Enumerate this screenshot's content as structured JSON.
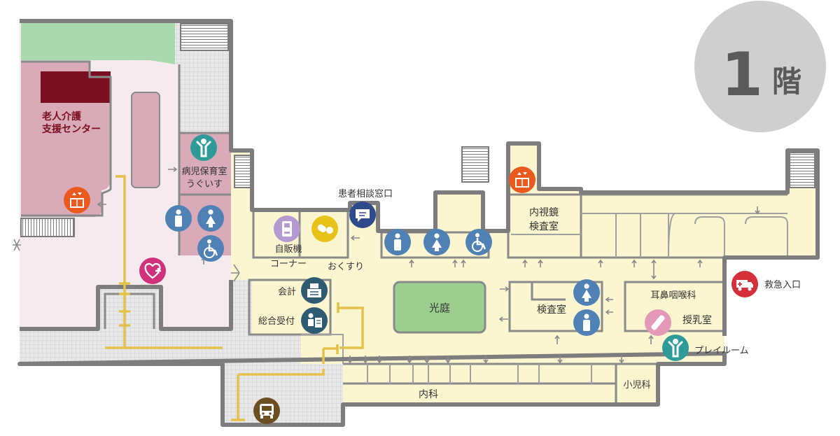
{
  "floor": {
    "number": "1",
    "suffix": "階"
  },
  "labels": {
    "elderly_care": [
      "老人介護",
      "支援センター"
    ],
    "sick_child": [
      "病児保育室",
      "うぐいす"
    ],
    "consultation": "患者相談窓口",
    "vending": [
      "自販機",
      "コーナー"
    ],
    "pharmacy": "おくすり",
    "endoscopy": [
      "内視鏡",
      "検査室"
    ],
    "accounting": "会計",
    "reception": "総合受付",
    "courtyard": "光庭",
    "lab": "検査室",
    "ent": "耳鼻咽喉科",
    "nursing": "授乳室",
    "emergency": "救急入口",
    "playroom": "プレイルーム",
    "internal": "内科",
    "pediatrics": "小児科"
  },
  "colors": {
    "wall": "#7d7d7d",
    "corridor": "#fbf5d0",
    "elderly_room": "#d9aab8",
    "elderly_dark": "#7b0f22",
    "garden": "#a9d9ad",
    "courtyard": "#9ccf8f",
    "accessible_path": "#e3c14a",
    "icon_blue": "#4f81b5",
    "icon_teal": "#2f9b98",
    "icon_orange": "#ea5a1f",
    "icon_navy": "#2e4a8a",
    "icon_yellow": "#e7c31a",
    "icon_purple": "#b49ad0",
    "icon_pink": "#d0317a",
    "icon_dark_teal": "#2f5b72",
    "icon_red": "#d4303a",
    "icon_brown": "#6b4e21",
    "icon_pink_light": "#e499b8",
    "badge": "#cfcfcf"
  },
  "icons": [
    "elevator-icon",
    "restroom-male-icon",
    "restroom-female-icon",
    "wheelchair-icon",
    "child-icon",
    "heart-care-icon",
    "vending-icon",
    "medicine-icon",
    "speech-bubble-icon",
    "register-icon",
    "reception-icon",
    "baby-bottle-icon",
    "ambulance-icon",
    "bus-icon"
  ]
}
